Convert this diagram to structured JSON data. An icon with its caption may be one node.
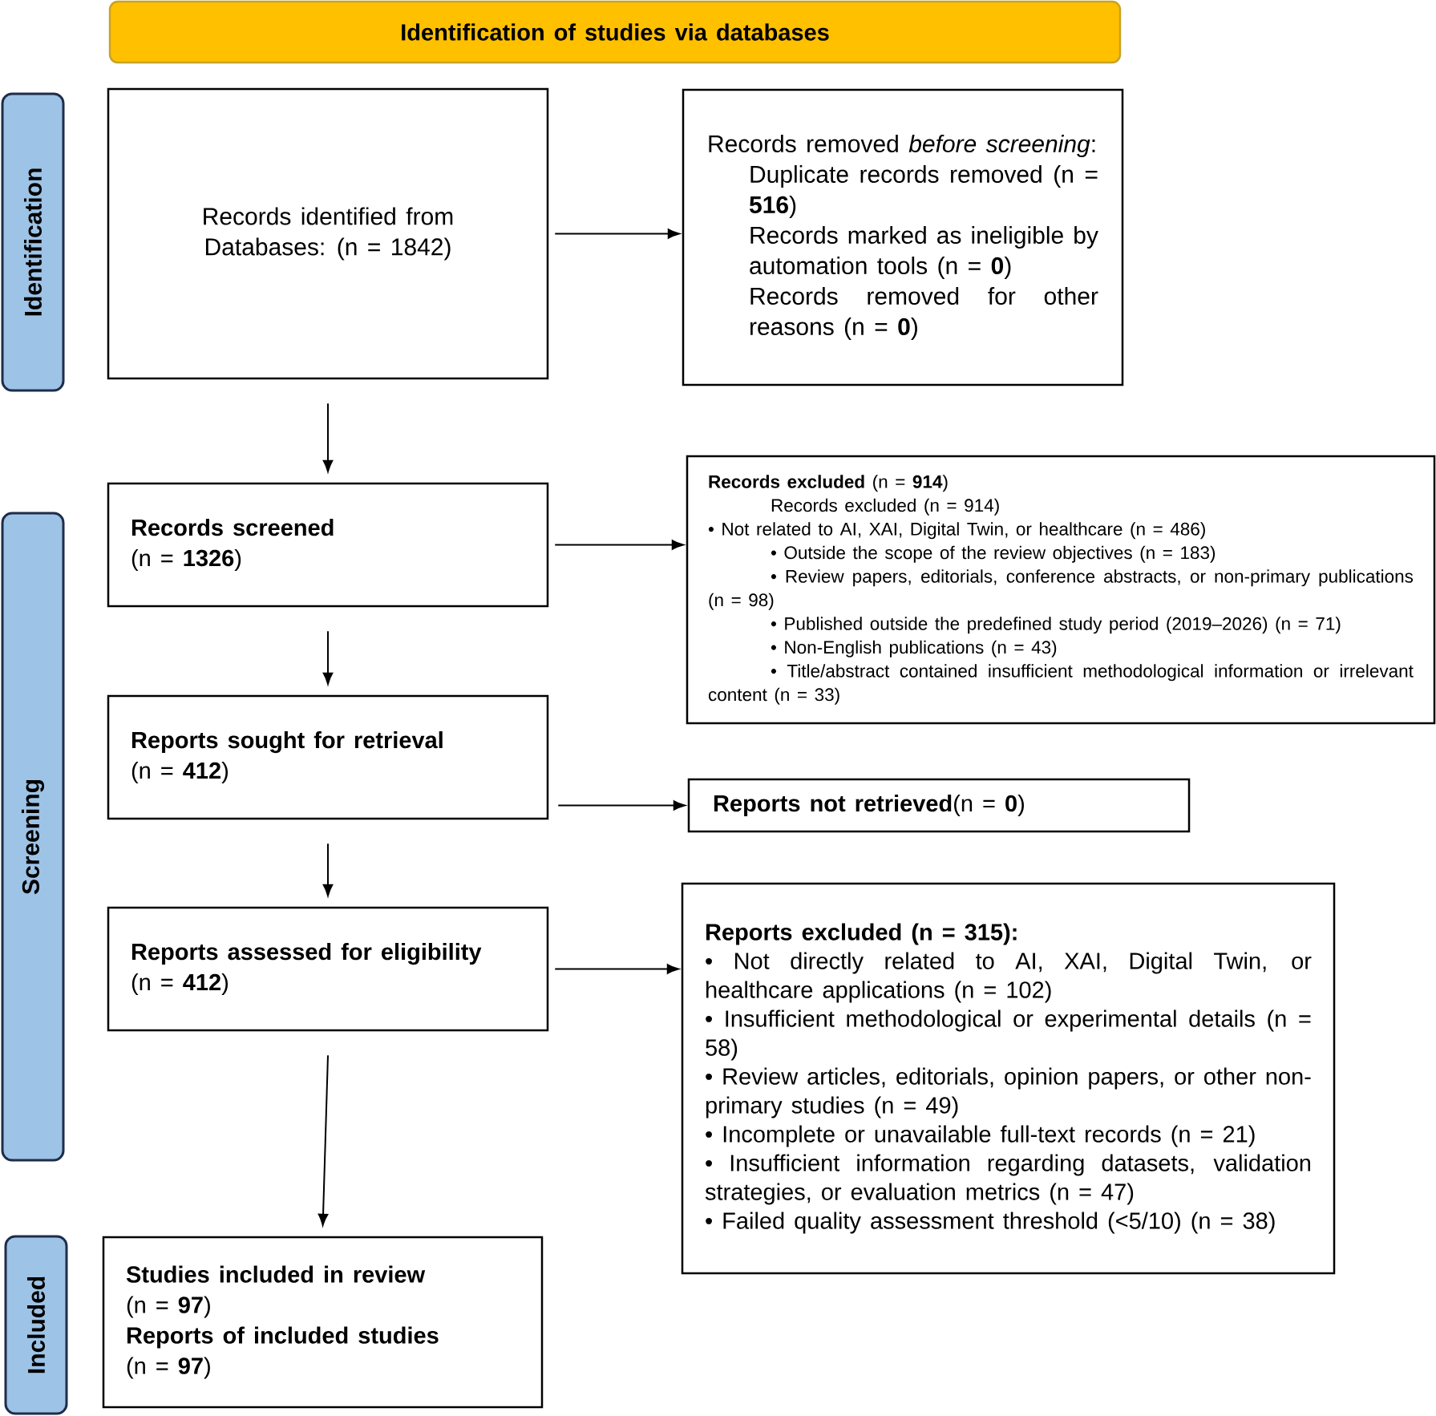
{
  "diagram": {
    "nodes": [
      {
        "text": [
          "Identification of studies via databases"
        ]
      },
      {
        "text": [
          "Identification"
        ]
      },
      {
        "text": [
          "Records identified from Databases: (n = 1842)"
        ]
      },
      {
        "text": [
          "Records removed *before screening*:",
          "Duplicate records removed (n = **516**)",
          "Records marked as ineligible by automation tools (n = **0**)",
          "Records removed for other reasons (n = **0**)"
        ]
      },
      {
        "text": [
          "Screening"
        ]
      },
      {
        "text": [
          "Records screened",
          "(n = **1326**)"
        ]
      },
      {
        "text": [
          "**Records excluded** (n = **914**)",
          "Records excluded (n = 914)",
          "• Not related to AI, XAI, Digital Twin, or healthcare (n = 486)",
          "• Outside the scope of the review objectives (n = 183)",
          "• Review papers, editorials, conference abstracts, or non-primary publications (n = 98)",
          "• Published outside the predefined study period (2019–2026) (n = 71)",
          "• Non-English publications (n = 43)",
          "• Title/abstract contained insufficient methodological information or irrelevant content (n = 33)"
        ]
      },
      {
        "text": [
          "Reports sought for retrieval",
          "(n = **412**)"
        ]
      },
      {
        "text": [
          "**Reports not retrieved**(n = **0**)"
        ]
      },
      {
        "text": [
          "Reports assessed for eligibility",
          "(n = **412**)"
        ]
      },
      {
        "text": [
          "Reports excluded (n = 315):",
          "• Not directly related to AI, XAI, Digital Twin, or healthcare applications (n = 102)",
          "• Insufficient methodological or experimental details (n = 58)",
          "• Review articles, editorials, opinion papers, or other non-primary studies (n = 49)",
          "• Incomplete or unavailable full-text records (n = 21)",
          "• Insufficient information regarding datasets, validation strategies, or evaluation metrics (n = 47)",
          "• Failed quality assessment threshold (<5/10) (n = 38)"
        ]
      },
      {
        "text": [
          "Included"
        ]
      },
      {
        "text": [
          "Studies included in review",
          "(n = **97**)",
          "Reports of included studies",
          "(n = **97**)"
        ]
      }
    ],
    "edges": [
      {
        "from": 2,
        "to": 3,
        "arrow": "to"
      },
      {
        "from": 2,
        "to": 5,
        "arrow": "to"
      },
      {
        "from": 5,
        "to": 6,
        "arrow": "to"
      },
      {
        "from": 5,
        "to": 7,
        "arrow": "to"
      },
      {
        "from": 7,
        "to": 8,
        "arrow": "to"
      },
      {
        "from": 7,
        "to": 9,
        "arrow": "to"
      },
      {
        "from": 9,
        "to": 10,
        "arrow": "to"
      },
      {
        "from": 9,
        "to": 12,
        "arrow": "to"
      }
    ]
  }
}
